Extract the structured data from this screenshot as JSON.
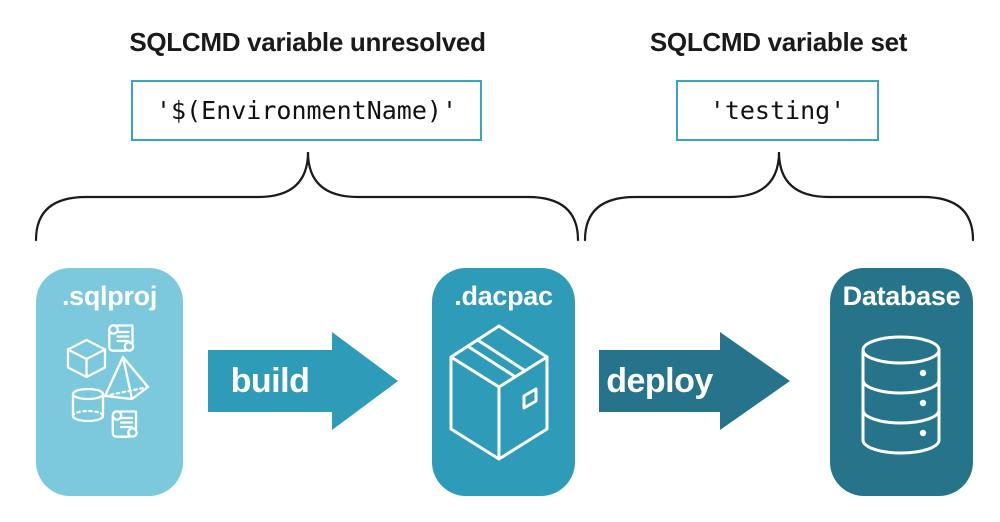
{
  "diagram": {
    "annotations": {
      "left": {
        "title": "SQLCMD variable unresolved",
        "value": "'$(EnvironmentName)'"
      },
      "right": {
        "title": "SQLCMD variable set",
        "value": "'testing'"
      }
    },
    "pipeline": {
      "stages": [
        {
          "label": ".sqlproj",
          "icon": "sql-objects-icon",
          "color": "#7cc9de"
        },
        {
          "label": ".dacpac",
          "icon": "package-box-icon",
          "color": "#2e9cb8"
        },
        {
          "label": "Database",
          "icon": "database-cylinder-icon",
          "color": "#26748a"
        }
      ],
      "arrows": [
        {
          "label": "build",
          "color": "#2e9cb8"
        },
        {
          "label": "deploy",
          "color": "#26738c"
        }
      ]
    },
    "colors": {
      "background": "#ffffff",
      "text": "#1a1a1a",
      "code_box_border": "#3aa5c1",
      "brace": "#1a1a1a",
      "icon_stroke": "#ffffff"
    }
  }
}
